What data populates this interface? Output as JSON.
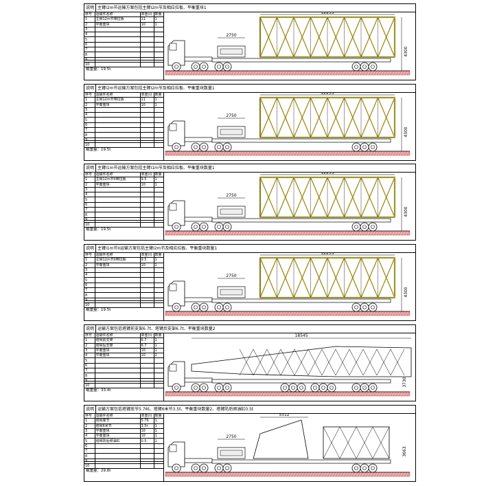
{
  "panels": [
    {
      "label": "说明",
      "title": "主臂I2m节运输方案包括主臂I2m节及相应拉板、平衡重块1",
      "headers": [
        "序号",
        "运输件名称",
        "单重(t)",
        "数量"
      ],
      "rows": [
        [
          "1",
          "主臂12m节带拉板",
          "11",
          "1"
        ],
        [
          "2",
          "平衡重块",
          "10",
          "1"
        ],
        [
          "3",
          "",
          "",
          ""
        ],
        [
          "4",
          "",
          "",
          ""
        ],
        [
          "5",
          "",
          "",
          ""
        ],
        [
          "6",
          "",
          "",
          ""
        ],
        [
          "7",
          "",
          "",
          ""
        ],
        [
          "8",
          "",
          "",
          ""
        ],
        [
          "9",
          "",
          "",
          ""
        ],
        [
          "10",
          "",
          "",
          ""
        ]
      ],
      "total": "载重量：19.5t",
      "dims": {
        "length": "12255",
        "height": "4300",
        "front": "2750"
      }
    },
    {
      "label": "说明",
      "title": "主臂I2m节运输方案包括主臂I2m节及相应拉板、平衡重块数量1",
      "headers": [
        "序号",
        "运输件名称",
        "单重(t)",
        "数量"
      ],
      "rows": [
        [
          "1",
          "主臂12m节带拉板",
          "11",
          "1"
        ],
        [
          "2",
          "平衡重块",
          "10",
          "1"
        ],
        [
          "3",
          "",
          "",
          ""
        ],
        [
          "4",
          "",
          "",
          ""
        ],
        [
          "5",
          "",
          "",
          ""
        ],
        [
          "6",
          "",
          "",
          ""
        ],
        [
          "7",
          "",
          "",
          ""
        ],
        [
          "8",
          "",
          "",
          ""
        ],
        [
          "9",
          "",
          "",
          ""
        ],
        [
          "10",
          "",
          "",
          ""
        ]
      ],
      "total": "载重量：19.5t",
      "dims": {
        "length": "12255",
        "height": "4300",
        "front": "2750"
      }
    },
    {
      "label": "说明",
      "title": "主臂I1m节运输方案包括主臂I1m节及相应拉板、平衡重块数量1",
      "headers": [
        "序号",
        "运输件名称",
        "单重(t)",
        "数量"
      ],
      "rows": [
        [
          "1",
          "主臂12m节II带拉板",
          "9.5",
          "1"
        ],
        [
          "2",
          "平衡重块",
          "10",
          "1"
        ],
        [
          "3",
          "",
          "",
          ""
        ],
        [
          "4",
          "",
          "",
          ""
        ],
        [
          "5",
          "",
          "",
          ""
        ],
        [
          "6",
          "",
          "",
          ""
        ],
        [
          "7",
          "",
          "",
          ""
        ],
        [
          "8",
          "",
          "",
          ""
        ],
        [
          "9",
          "",
          "",
          ""
        ],
        [
          "10",
          "",
          "",
          ""
        ]
      ],
      "total": "载重量：19.5t",
      "dims": {
        "length": "12255",
        "height": "4300",
        "front": "2750"
      }
    },
    {
      "label": "说明",
      "title": "主臂I1m节II运输方案包括主臂I2m节及相应拉板、平衡重块数量1",
      "headers": [
        "序号",
        "运输件名称",
        "单重(t)",
        "数量"
      ],
      "rows": [
        [
          "1",
          "主臂12m节II带拉板",
          "9.5",
          "1"
        ],
        [
          "2",
          "平衡重块",
          "10",
          "1"
        ],
        [
          "3",
          "",
          "",
          ""
        ],
        [
          "4",
          "",
          "",
          ""
        ],
        [
          "5",
          "",
          "",
          ""
        ],
        [
          "6",
          "",
          "",
          ""
        ],
        [
          "7",
          "",
          "",
          ""
        ],
        [
          "8",
          "",
          "",
          ""
        ],
        [
          "9",
          "",
          "",
          ""
        ],
        [
          "10",
          "",
          "",
          ""
        ]
      ],
      "total": "载重量：19.5t",
      "dims": {
        "length": "12255",
        "height": "4300",
        "front": "2750"
      }
    },
    {
      "label": "说明",
      "title": "运输方案包括塔臂前支架6.7t、塔臂后支架6.7t、平衡重块数量2",
      "headers": [
        "序号",
        "运输件名称",
        "单重(t)",
        "数量"
      ],
      "rows": [
        [
          "1",
          "塔臂前支架",
          "6.7",
          "1"
        ],
        [
          "2",
          "塔臂后支架",
          "6.7",
          "1"
        ],
        [
          "3",
          "平衡重块",
          "10",
          "1"
        ],
        [
          "4",
          "平衡重块",
          "10",
          "1"
        ],
        [
          "5",
          "",
          "",
          ""
        ],
        [
          "6",
          "",
          "",
          ""
        ],
        [
          "7",
          "",
          "",
          ""
        ],
        [
          "8",
          "",
          "",
          ""
        ],
        [
          "9",
          "",
          "",
          ""
        ],
        [
          "10",
          "",
          "",
          ""
        ]
      ],
      "total": "载重量：33.4t",
      "dims": {
        "length": "18545",
        "height": "3730",
        "front": ""
      }
    },
    {
      "label": "说明",
      "title": "运输方案包括塔臂底节5.76t、塔臂6米节3.5t、平衡重块数量2、塔臂防后倾油缸0.5t",
      "headers": [
        "序号",
        "运输件名称",
        "单重(t)",
        "数量"
      ],
      "rows": [
        [
          "1",
          "塔臂底节",
          "5.76",
          "1"
        ],
        [
          "2",
          "塔臂6米节",
          "3.5t",
          "1"
        ],
        [
          "3",
          "平衡重块",
          "10",
          "1"
        ],
        [
          "4",
          "平衡重块",
          "10",
          "1"
        ],
        [
          "5",
          "塔臂防后倾油缸",
          "0.5",
          "1"
        ],
        [
          "6",
          "",
          "",
          ""
        ],
        [
          "7",
          "",
          "",
          ""
        ],
        [
          "8",
          "",
          "",
          ""
        ],
        [
          "9",
          "",
          "",
          ""
        ],
        [
          "10",
          "",
          "",
          ""
        ]
      ],
      "total": "载重量：29.8t",
      "dims": {
        "length": "5312",
        "height": "3663",
        "front": "2750"
      }
    }
  ],
  "colors": {
    "truss": "#d4c24a",
    "ground": "#e8b0b0"
  }
}
